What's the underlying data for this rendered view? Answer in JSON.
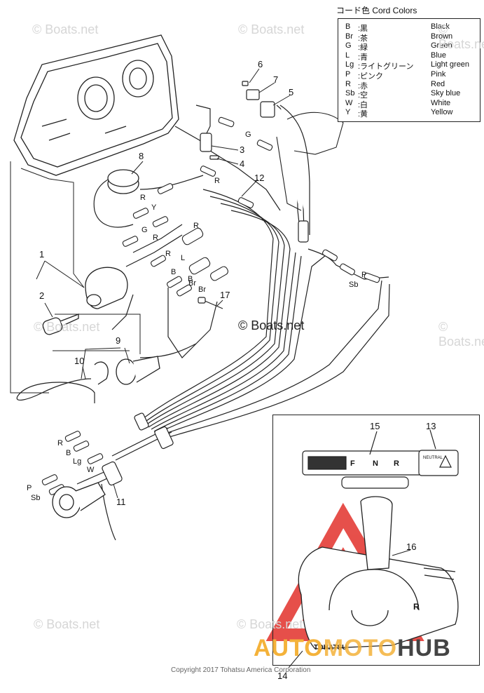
{
  "legend": {
    "title": "コード色 Cord Colors",
    "rows": [
      {
        "code": "B",
        "jp": ":黒",
        "en": "Black"
      },
      {
        "code": "Br",
        "jp": ":茶",
        "en": "Brown"
      },
      {
        "code": "G",
        "jp": ":緑",
        "en": "Green"
      },
      {
        "code": "L",
        "jp": ":青",
        "en": "Blue"
      },
      {
        "code": "Lg",
        "jp": ":ライトグリーン",
        "en": "Light green"
      },
      {
        "code": "P",
        "jp": ":ピンク",
        "en": "Pink"
      },
      {
        "code": "R",
        "jp": ":赤",
        "en": "Red"
      },
      {
        "code": "Sb",
        "jp": ":空",
        "en": "Sky blue"
      },
      {
        "code": "W",
        "jp": ":白",
        "en": "White"
      },
      {
        "code": "Y",
        "jp": ":黄",
        "en": "Yellow"
      }
    ]
  },
  "callouts": [
    "1",
    "2",
    "3",
    "4",
    "5",
    "6",
    "7",
    "8",
    "9",
    "10",
    "11",
    "12",
    "13",
    "14",
    "15",
    "16",
    "17"
  ],
  "wire_labels": [
    "G",
    "R",
    "Y",
    "G",
    "R",
    "R",
    "L",
    "B",
    "B",
    "Br",
    "Br",
    "P",
    "Sb",
    "R",
    "B",
    "Lg",
    "W",
    "P",
    "Sb",
    "R",
    "R"
  ],
  "watermark": "© Boats.net",
  "copyright": "Copyright 2017 Tohatsu America Corporation",
  "brand": {
    "part1": "AUTO",
    "part2": "MOTO",
    "part3": "HUB"
  },
  "panel_text": {
    "f": "F",
    "n": "N",
    "r": "R",
    "neutral": "NEUTRAL",
    "r2": "R",
    "tohatsu": "TOHATSU"
  },
  "colors": {
    "line": "#222222",
    "accent": "#e2312b",
    "brand_orange": "#f4b23a"
  }
}
